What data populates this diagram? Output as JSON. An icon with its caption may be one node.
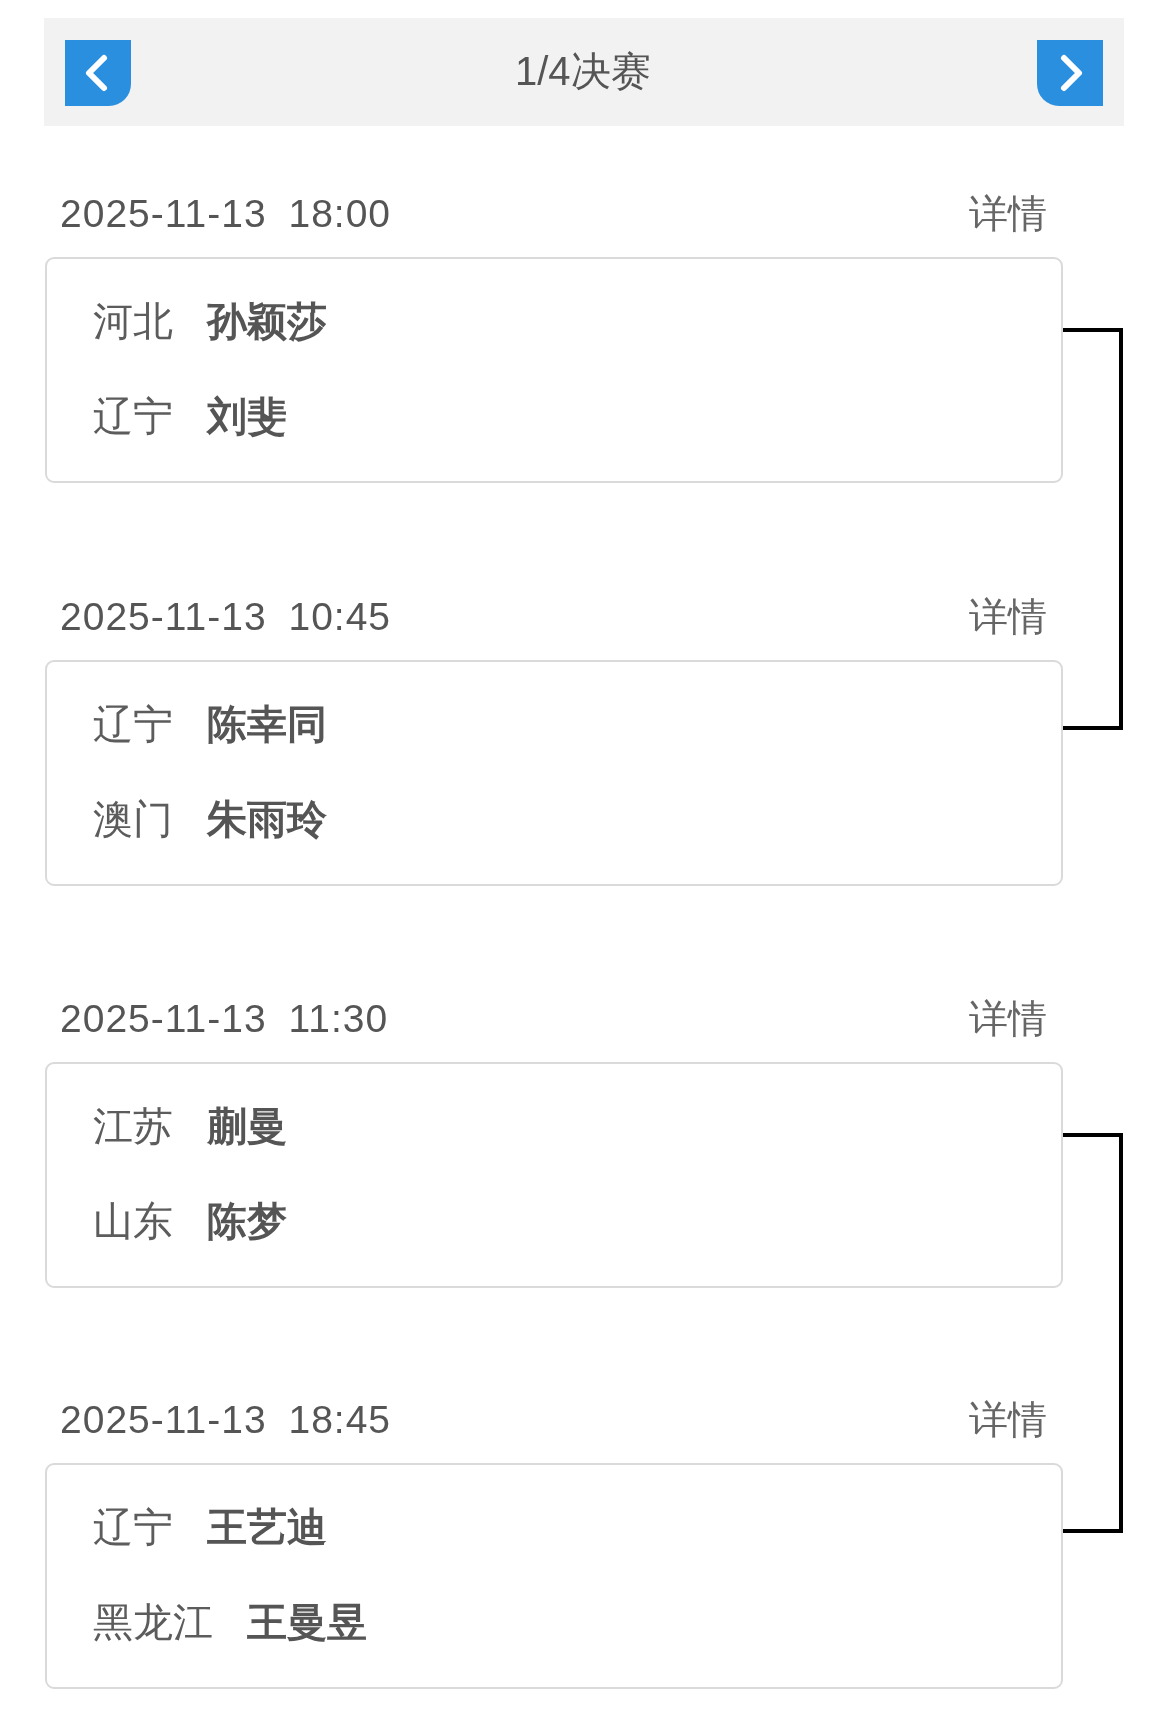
{
  "diagram": {
    "title": "1/4决赛",
    "nodes": [
      {
        "text": [
          "河北",
          "孙颖莎",
          "辽宁",
          "刘斐"
        ],
        "beside": [
          "2025-11-13 18:00",
          "详情"
        ]
      },
      {
        "text": [
          "辽宁",
          "陈幸同",
          "澳门",
          "朱雨玲"
        ],
        "beside": [
          "2025-11-13 10:45",
          "详情"
        ]
      },
      {
        "text": [
          "江苏",
          "蒯曼",
          "山东",
          "陈梦"
        ],
        "beside": [
          "2025-11-13 11:30",
          "详情"
        ]
      },
      {
        "text": [
          "辽宁",
          "王艺迪",
          "黑龙江",
          "王曼昱"
        ],
        "beside": [
          "2025-11-13 18:45",
          "详情"
        ]
      }
    ],
    "edges": [
      {
        "from": 0,
        "to": 1,
        "arrow": "none"
      },
      {
        "from": 2,
        "to": 3,
        "arrow": "none"
      }
    ]
  }
}
